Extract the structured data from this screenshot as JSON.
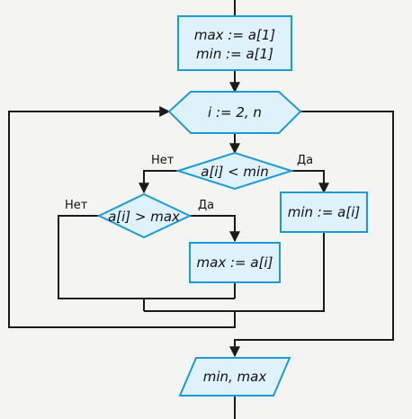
{
  "diagram": {
    "colors": {
      "shape_fill": "#dff2fb",
      "shape_stroke": "#1b9bd6",
      "line": "#1a1a1a",
      "background": "#f4f4f2"
    },
    "init": {
      "line1": "max := a[1]",
      "line2": "min := a[1]"
    },
    "loop": {
      "label": "i := 2, n"
    },
    "cond_min": {
      "label": "a[i] < min",
      "yes": "Да",
      "no": "Нет"
    },
    "assign_min": {
      "label": "min := a[i]"
    },
    "cond_max": {
      "label": "a[i] > max",
      "yes": "Да",
      "no": "Нет"
    },
    "assign_max": {
      "label": "max := a[i]"
    },
    "output": {
      "label": "min, max"
    }
  }
}
